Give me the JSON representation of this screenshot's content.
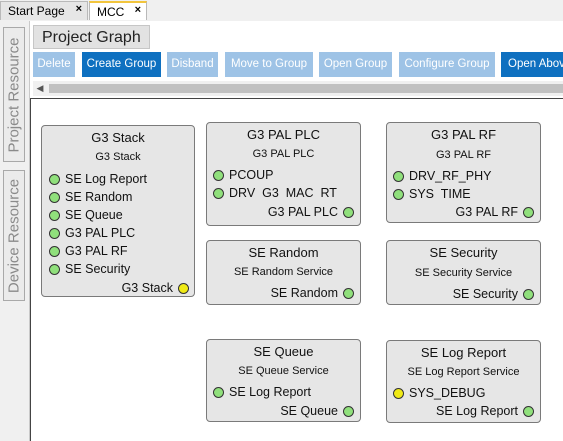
{
  "tabs": [
    {
      "label": "Start Page",
      "close": "×"
    },
    {
      "label": "MCC",
      "close": "×"
    }
  ],
  "sidebar": {
    "items": [
      {
        "label": "Project Resource"
      },
      {
        "label": "Device Resource"
      }
    ]
  },
  "page_title": "Project Graph",
  "toolbar": {
    "buttons": [
      {
        "label": "Delete",
        "enabled": false
      },
      {
        "label": "Create Group",
        "enabled": true
      },
      {
        "label": "Disband",
        "enabled": false
      },
      {
        "label": "Move to Group",
        "enabled": false
      },
      {
        "label": "Open Group",
        "enabled": false
      },
      {
        "label": "Configure Group",
        "enabled": false
      },
      {
        "label": "Open Above",
        "enabled": true
      }
    ]
  },
  "colors": {
    "button_enabled": "#0e70c0",
    "button_disabled": "#9ec3e6",
    "port_green": "#90e07c",
    "port_yellow": "#f0ea16"
  },
  "nodes": [
    {
      "title": "G3 Stack",
      "subtitle": "G3 Stack",
      "ports_left": [
        "SE Log Report",
        "SE Random",
        "SE Queue",
        "G3 PAL PLC",
        "G3 PAL RF",
        "SE Security"
      ],
      "port_right": {
        "label": "G3 Stack",
        "color": "yellow"
      }
    },
    {
      "title": "G3 PAL PLC",
      "subtitle": "G3 PAL PLC",
      "ports_left": [
        "PCOUP",
        "DRV  G3  MAC  RT"
      ],
      "port_right": {
        "label": "G3 PAL PLC",
        "color": "green"
      }
    },
    {
      "title": "G3 PAL RF",
      "subtitle": "G3 PAL RF",
      "ports_left": [
        "DRV_RF_PHY",
        "SYS  TIME"
      ],
      "port_right": {
        "label": "G3 PAL RF",
        "color": "green"
      }
    },
    {
      "title": "SE Random",
      "subtitle": "SE Random Service",
      "ports_left": [],
      "port_right": {
        "label": "SE Random",
        "color": "green"
      }
    },
    {
      "title": "SE Security",
      "subtitle": "SE Security Service",
      "ports_left": [],
      "port_right": {
        "label": "SE Security",
        "color": "green"
      }
    },
    {
      "title": "SE Queue",
      "subtitle": "SE Queue Service",
      "ports_left": [
        "SE Log Report"
      ],
      "port_right": {
        "label": "SE Queue",
        "color": "green"
      }
    },
    {
      "title": "SE Log Report",
      "subtitle": "SE Log Report Service",
      "ports_left": [
        "SYS_DEBUG"
      ],
      "ports_left_color": "yellow",
      "port_right": {
        "label": "SE Log Report",
        "color": "green"
      }
    }
  ]
}
